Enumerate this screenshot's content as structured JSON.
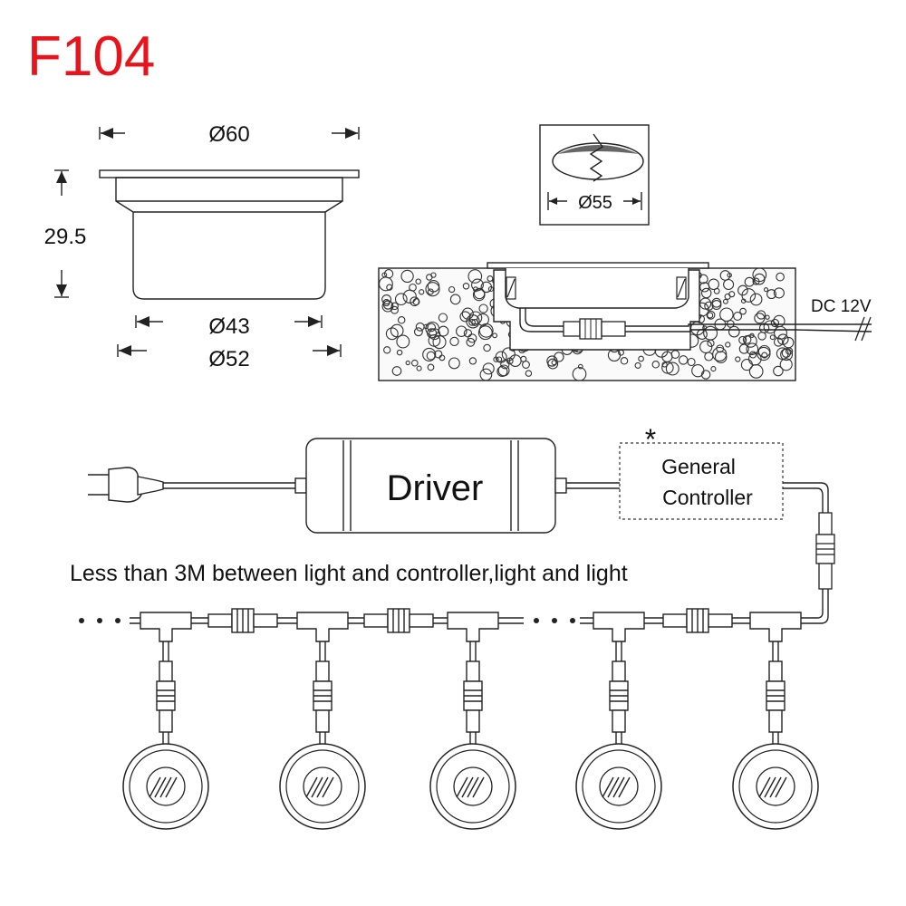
{
  "model_code": "F104",
  "dimensions": {
    "top_diameter": "Ø60",
    "height": "29.5",
    "body_diameter": "Ø43",
    "flange_diameter": "Ø52",
    "cutout_diameter": "Ø55"
  },
  "install": {
    "voltage_label": "DC 12V"
  },
  "wiring": {
    "driver_label": "Driver",
    "optional_mark": "*",
    "controller_line1": "General",
    "controller_line2": "Controller",
    "spacing_note": "Less than 3M between light and controller,light and light"
  },
  "colors": {
    "title": "#e8141c",
    "line": "#222222"
  }
}
